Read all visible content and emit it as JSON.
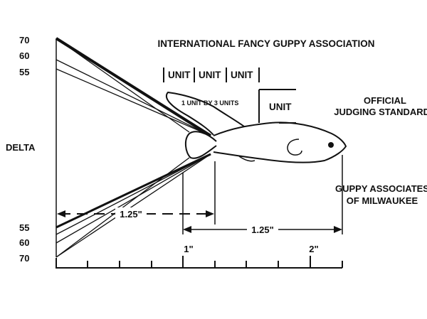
{
  "title": "INTERNATIONAL FANCY GUPPY ASSOCIATION",
  "delta_label": "DELTA",
  "top_angles": [
    "70",
    "60",
    "55"
  ],
  "bottom_angles": [
    "55",
    "60",
    "70"
  ],
  "unit_label": "UNIT",
  "dorsal_label": "1 UNIT BY 3 UNITS",
  "official_line1": "OFFICIAL",
  "official_line2": "JUDGING STANDARDS",
  "guppy_line1": "GUPPY ASSOCIATES",
  "guppy_line2": "OF MILWAUKEE",
  "dim_left": "1.25\"",
  "dim_right": "1.25\"",
  "scale_labels": [
    "1\"",
    "2\""
  ],
  "colors": {
    "ink": "#111111",
    "paper": "#ffffff"
  }
}
